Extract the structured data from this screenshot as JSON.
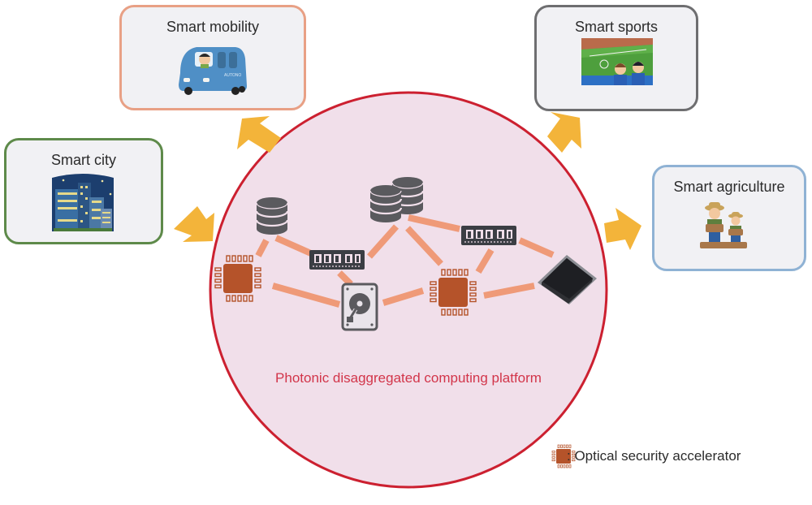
{
  "diagram": {
    "platform": {
      "label": "Photonic disaggregated computing platform",
      "fill_color": "#f1dfea",
      "border_color": "#cc2030",
      "link_color": "#ef9a78",
      "components": [
        {
          "id": "database-1",
          "type": "database"
        },
        {
          "id": "database-2",
          "type": "database-stack"
        },
        {
          "id": "memory-1",
          "type": "memory-module"
        },
        {
          "id": "memory-2",
          "type": "memory-module"
        },
        {
          "id": "hard-disk",
          "type": "hard-disk"
        },
        {
          "id": "accelerator-1",
          "type": "optical-security-accelerator"
        },
        {
          "id": "accelerator-2",
          "type": "optical-security-accelerator"
        },
        {
          "id": "processor",
          "type": "cpu-chip"
        }
      ],
      "links": [
        [
          "database-1",
          "accelerator-1"
        ],
        [
          "database-1",
          "memory-1"
        ],
        [
          "memory-1",
          "hard-disk"
        ],
        [
          "memory-1",
          "database-2"
        ],
        [
          "accelerator-1",
          "hard-disk"
        ],
        [
          "hard-disk",
          "accelerator-2"
        ],
        [
          "database-2",
          "accelerator-2"
        ],
        [
          "database-2",
          "memory-2"
        ],
        [
          "memory-2",
          "accelerator-2"
        ],
        [
          "memory-2",
          "processor"
        ],
        [
          "accelerator-2",
          "processor"
        ]
      ]
    },
    "applications": [
      {
        "id": "mobility",
        "title": "Smart mobility",
        "border_color": "#e8a085",
        "icon": "autonomous-bus-icon"
      },
      {
        "id": "sports",
        "title": "Smart sports",
        "border_color": "#6e6e70",
        "icon": "soccer-fans-icon"
      },
      {
        "id": "city",
        "title": "Smart city",
        "border_color": "#5e8a4a",
        "icon": "night-city-icon"
      },
      {
        "id": "agri",
        "title": "Smart agriculture",
        "border_color": "#8fb2d4",
        "icon": "farmers-icon"
      }
    ],
    "arrow_color": "#f3b43a",
    "legend": {
      "text": ": Optical security accelerator",
      "icon_color": "#b5532a"
    }
  }
}
